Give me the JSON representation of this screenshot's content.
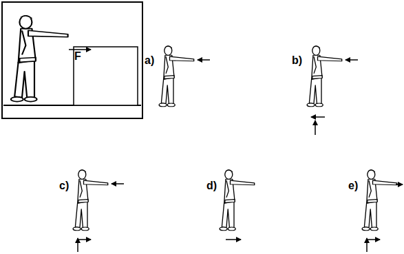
{
  "diagram": {
    "labels": [
      "F",
      "a)",
      "b)",
      "c)",
      "d)",
      "e)"
    ]
  }
}
